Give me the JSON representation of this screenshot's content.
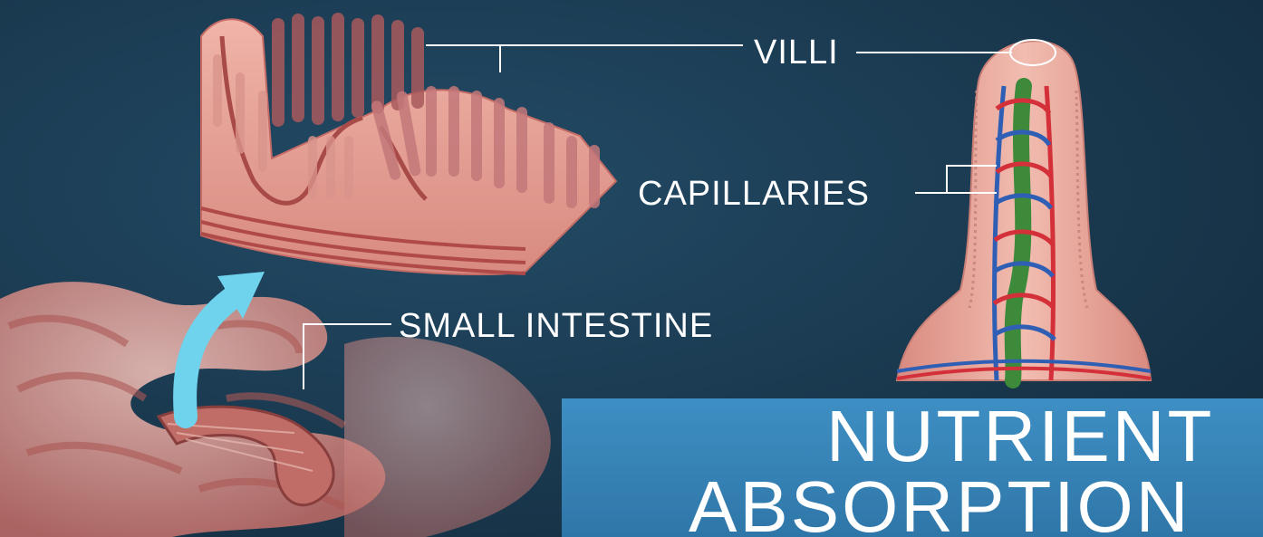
{
  "labels": {
    "villi": "VILLI",
    "capillaries": "CAPILLARIES",
    "small_intestine": "SMALL INTESTINE"
  },
  "title": {
    "line1": "NUTRIENT",
    "line2": "ABSORPTION"
  },
  "colors": {
    "background": "#1c3a50",
    "banner": "#3a86b8",
    "tissue": "#e7a39a",
    "tissue_dark": "#b9605b",
    "artery": "#d4303a",
    "vein": "#2f5fb5",
    "lymph": "#3d8a3a",
    "arrow": "#6fd3ee",
    "text": "#ffffff"
  }
}
